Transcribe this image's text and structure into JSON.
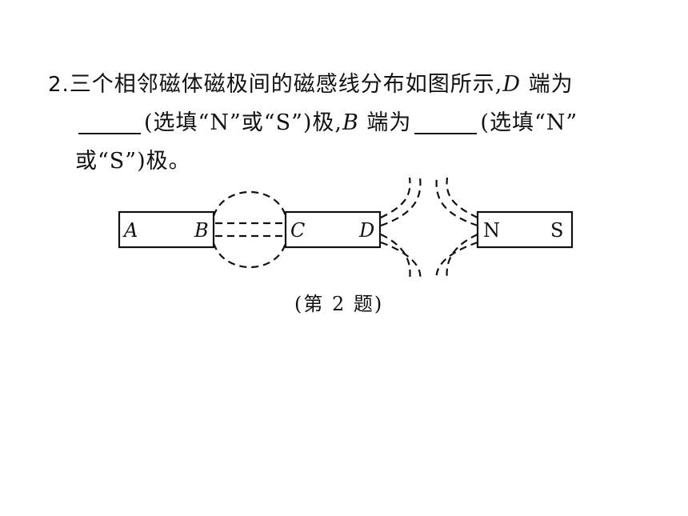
{
  "question": {
    "number": "2.",
    "line1_text": "三个相邻磁体磁极间的磁感线分布如图所示,",
    "line1_var": "D",
    "line1_tail": " 端为",
    "line2_a": "(选填“N”或“S”)极,",
    "line2_var": "B",
    "line2_b": " 端为",
    "line2_c": "(选填“N”",
    "line3": "或“S”)极。"
  },
  "figure": {
    "magnet1": {
      "left_label": "A",
      "right_label": "B"
    },
    "magnet2": {
      "left_label": "C",
      "right_label": "D"
    },
    "magnet3": {
      "left_label": "N",
      "right_label": "S"
    },
    "caption": "(第 2 题)"
  }
}
